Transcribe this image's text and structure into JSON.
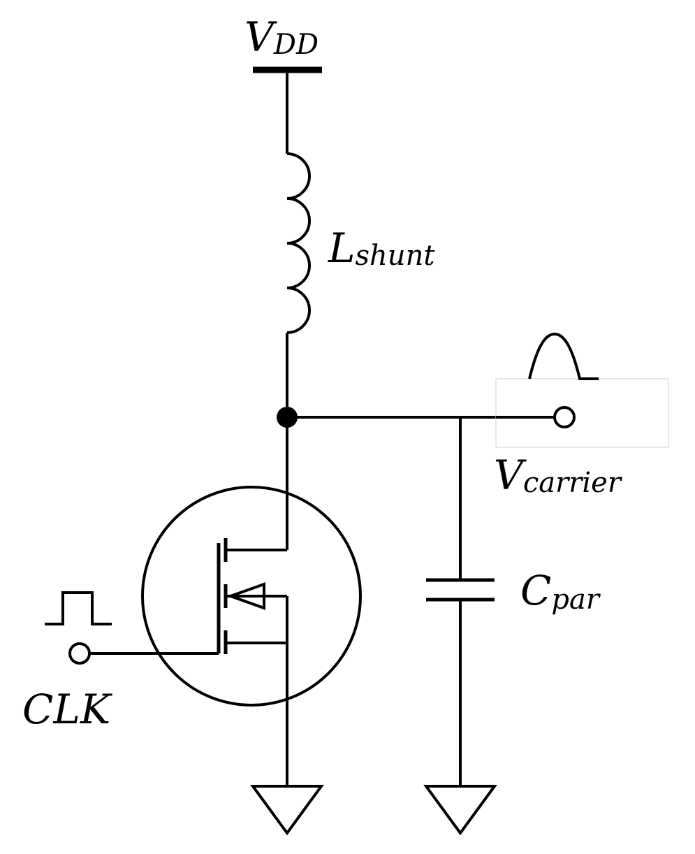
{
  "labels": {
    "vdd": {
      "main": "V",
      "sub": "DD"
    },
    "inductor": {
      "main": "L",
      "sub": "shunt"
    },
    "output": {
      "main": "V",
      "sub": "carrier"
    },
    "capacitor": {
      "main": "C",
      "sub": "par"
    },
    "clock": "CLK"
  }
}
